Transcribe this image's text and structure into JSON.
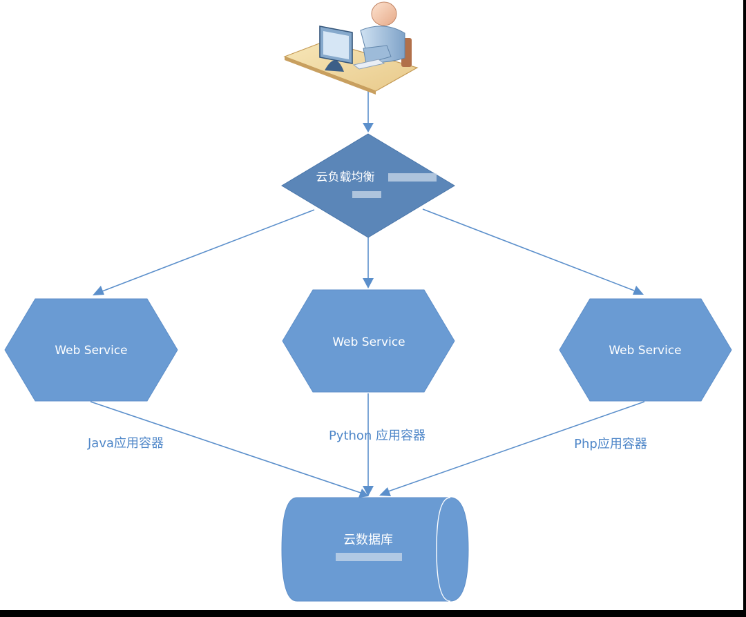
{
  "diagram": {
    "colors": {
      "background": "#ffffff",
      "frame": "#000000",
      "shape_fill": "#6a9bd3",
      "diamond_fill": "#5b86b8",
      "connector": "#5b8fcb",
      "label_text": "#4e86c8",
      "shape_text": "#ffffff"
    },
    "user": {
      "icon": "user-at-computer-icon"
    },
    "load_balancer": {
      "label": "云负载均衡"
    },
    "web_services": [
      {
        "label": "Web Service"
      },
      {
        "label": "Web Service"
      },
      {
        "label": "Web Service"
      }
    ],
    "container_labels": [
      {
        "label": "Java应用容器"
      },
      {
        "label": "Python 应用容器"
      },
      {
        "label": "Php应用容器"
      }
    ],
    "database": {
      "label": "云数据库"
    }
  }
}
